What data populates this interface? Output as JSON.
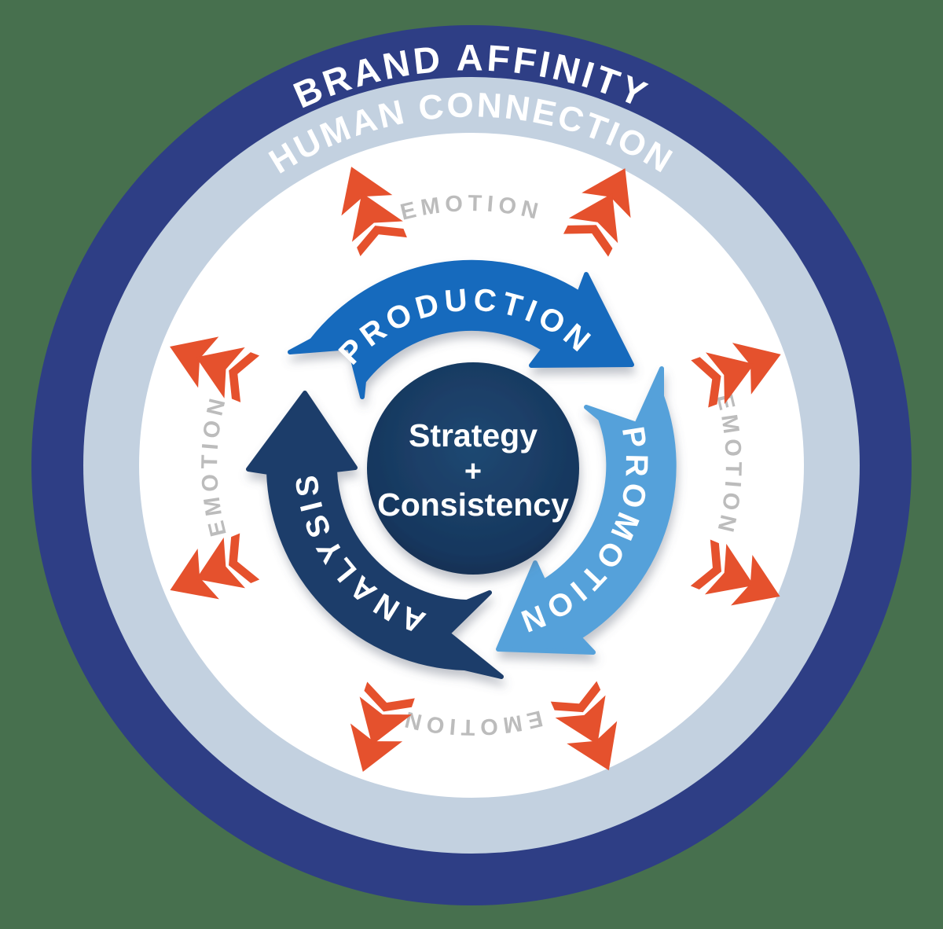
{
  "diagram": {
    "title_ring": {
      "outer_label": "BRAND AFFINITY",
      "middle_label": "HUMAN CONNECTION"
    },
    "cycle": {
      "production_label": "PRODUCTION",
      "promotion_label": "PROMOTION",
      "analysis_label": "ANALYSIS"
    },
    "center": {
      "line1": "Strategy",
      "line2": "+",
      "line3": "Consistency"
    },
    "emotion": {
      "top_label": "EMOTION",
      "right_label": "EMOTION",
      "bottom_label": "EMOTION",
      "left_label": "EMOTION"
    },
    "icons": {
      "outward_arrows": [
        "double-chevron-arrow-top-left",
        "double-chevron-arrow-top-right",
        "double-chevron-arrow-right-top",
        "double-chevron-arrow-right-bottom",
        "double-chevron-arrow-bottom-right",
        "double-chevron-arrow-bottom-left",
        "double-chevron-arrow-left-bottom",
        "double-chevron-arrow-left-top"
      ]
    }
  },
  "colors": {
    "background-green": "#47704e",
    "outer-ring-blue": "#2e3e85",
    "middle-ring-blue": "#c3d1e0",
    "inner-white": "#ffffff",
    "production-blue": "#176bbd",
    "promotion-blue": "#55a1da",
    "analysis-navy": "#1d3e6b",
    "center-navy-dark": "#132d50",
    "center-navy-light": "#1f4872",
    "emotion-gray": "#bcbcbc",
    "emotion-red": "#e5512d",
    "ring-text": "#ffffff"
  }
}
